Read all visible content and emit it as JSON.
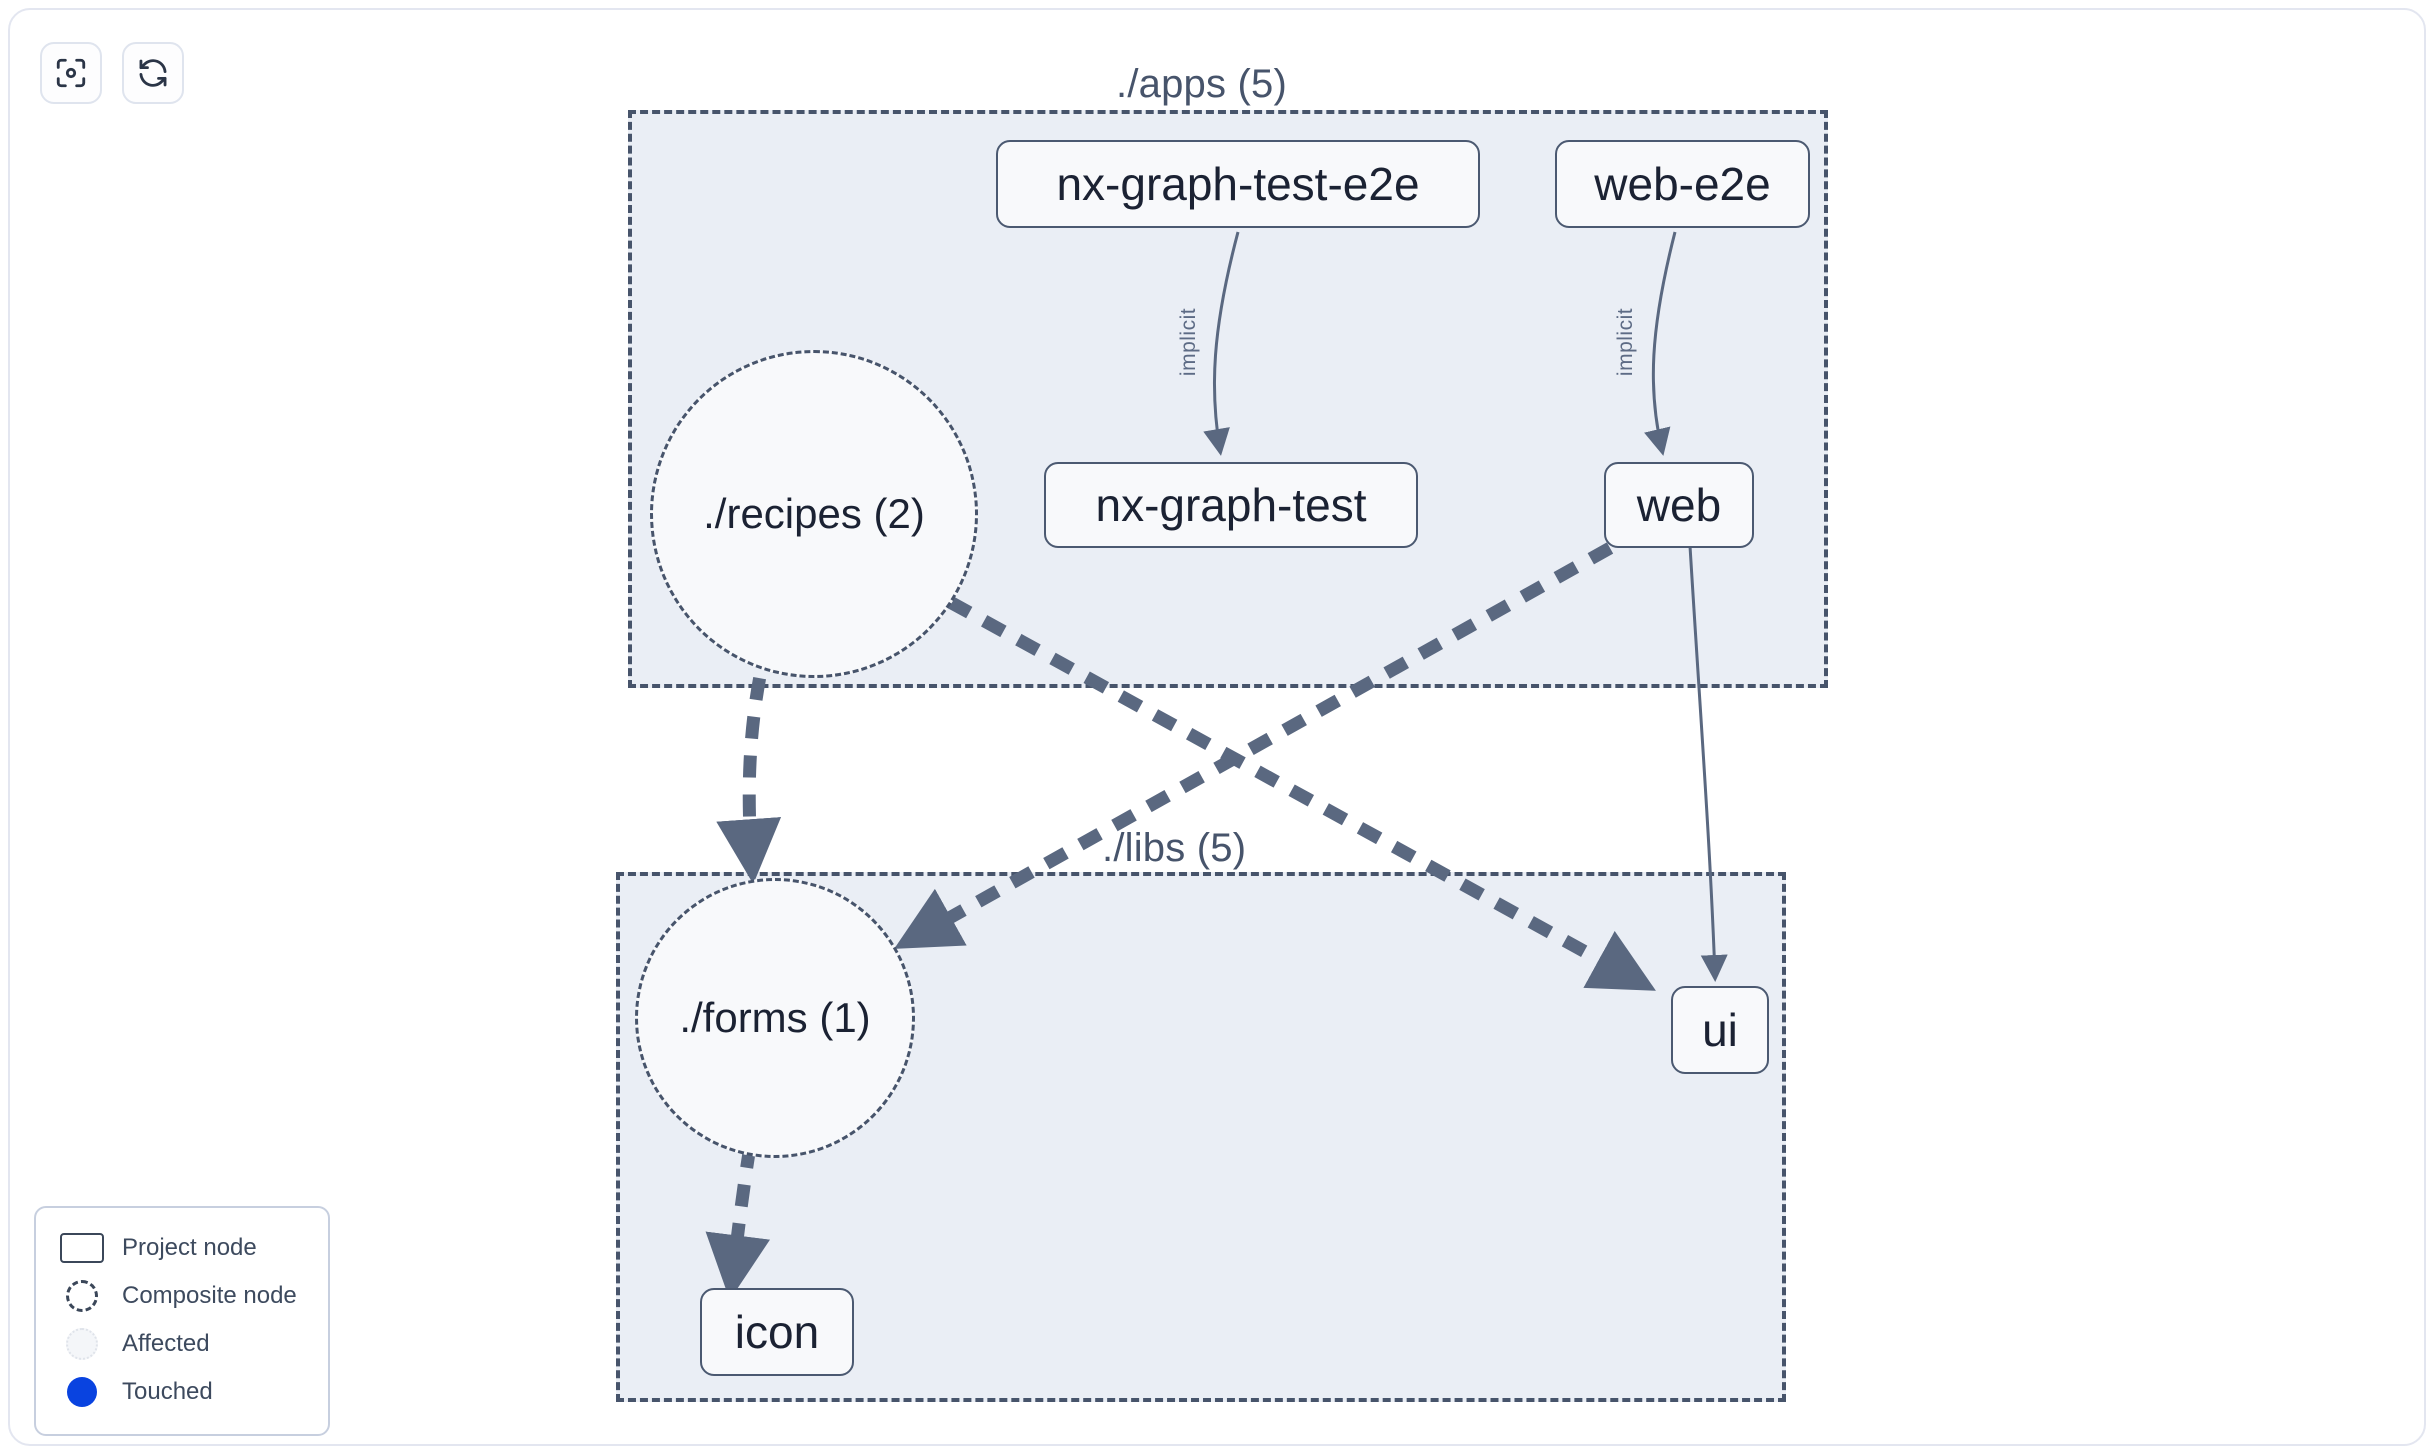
{
  "toolbar": {
    "buttons": [
      {
        "name": "focus-graph-button",
        "icon": "focus-target-icon",
        "label": ""
      },
      {
        "name": "refresh-graph-button",
        "icon": "refresh-icon",
        "label": ""
      }
    ]
  },
  "graph": {
    "groups": [
      {
        "id": "apps",
        "label": "./apps (5)"
      },
      {
        "id": "libs",
        "label": "./libs (5)"
      }
    ],
    "nodes": [
      {
        "id": "nx-graph-test-e2e",
        "label": "nx-graph-test-e2e",
        "shape": "rect",
        "group": "apps"
      },
      {
        "id": "web-e2e",
        "label": "web-e2e",
        "shape": "rect",
        "group": "apps"
      },
      {
        "id": "recipes",
        "label": "./recipes (2)",
        "shape": "circle",
        "group": "apps"
      },
      {
        "id": "nx-graph-test",
        "label": "nx-graph-test",
        "shape": "rect",
        "group": "apps"
      },
      {
        "id": "web",
        "label": "web",
        "shape": "rect",
        "group": "apps"
      },
      {
        "id": "forms",
        "label": "./forms (1)",
        "shape": "circle",
        "group": "libs"
      },
      {
        "id": "ui",
        "label": "ui",
        "shape": "rect",
        "group": "libs"
      },
      {
        "id": "icon",
        "label": "icon",
        "shape": "rect",
        "group": "libs"
      }
    ],
    "edges": [
      {
        "from": "nx-graph-test-e2e",
        "to": "nx-graph-test",
        "label": "implicit",
        "style": "solid"
      },
      {
        "from": "web-e2e",
        "to": "web",
        "label": "implicit",
        "style": "solid"
      },
      {
        "from": "web",
        "to": "ui",
        "label": "",
        "style": "solid"
      },
      {
        "from": "recipes",
        "to": "forms",
        "label": "",
        "style": "dashed"
      },
      {
        "from": "recipes",
        "to": "ui",
        "label": "",
        "style": "dashed"
      },
      {
        "from": "web",
        "to": "forms",
        "label": "",
        "style": "dashed"
      },
      {
        "from": "forms",
        "to": "icon",
        "label": "",
        "style": "dashed"
      }
    ]
  },
  "legend": {
    "items": [
      {
        "swatch": "project-node-swatch",
        "label": "Project node"
      },
      {
        "swatch": "composite-node-swatch",
        "label": "Composite node"
      },
      {
        "swatch": "affected-swatch",
        "label": "Affected"
      },
      {
        "swatch": "touched-swatch",
        "label": "Touched"
      }
    ]
  },
  "colors": {
    "group_fill": "#eaeef5",
    "group_border": "#47546b",
    "node_fill": "#f8f9fb",
    "node_border": "#4b5971",
    "edge": "#5a6880",
    "touched": "#0943e0",
    "text": "#1b2233",
    "card_border": "#e3e6f0"
  }
}
